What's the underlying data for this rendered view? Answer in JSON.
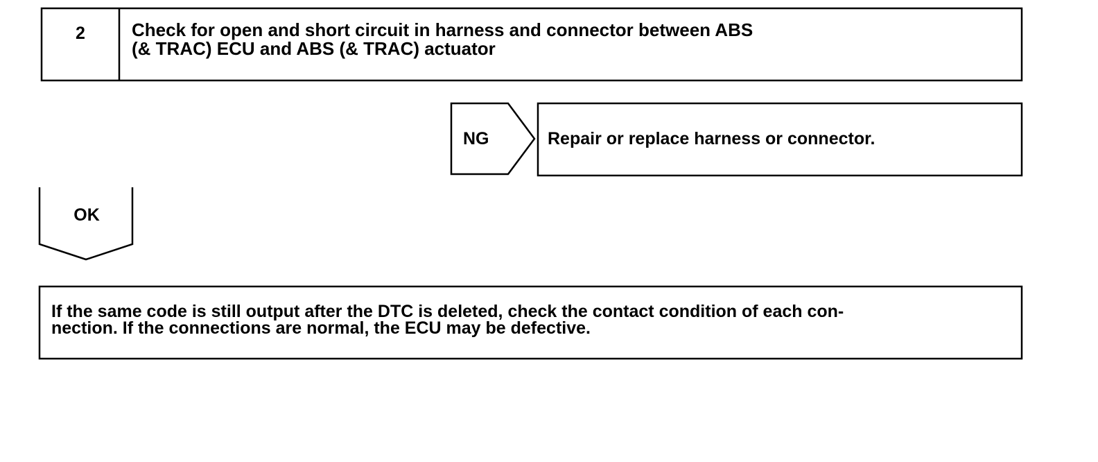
{
  "step": {
    "number": "2",
    "title_line1": "Check for open and short circuit in harness and connector between ABS",
    "title_line2": "(& TRAC) ECU and ABS (& TRAC) actuator"
  },
  "ng_branch": {
    "label": "NG",
    "action": "Repair or replace harness or connector."
  },
  "ok_branch": {
    "label": "OK"
  },
  "result": {
    "line1": "If the same code is still output after the DTC is deleted, check the contact condition of each con-",
    "line2": "nection. If the connections are normal, the ECU may be defective."
  },
  "colors": {
    "ink": "#000000",
    "paper": "#ffffff"
  }
}
